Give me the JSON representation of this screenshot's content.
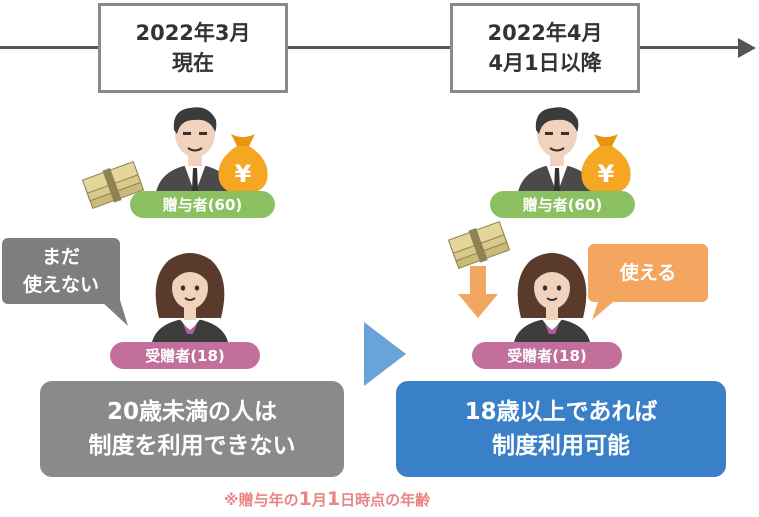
{
  "timeline": {
    "left_date": {
      "line1": "2022年3月",
      "line2": "現在"
    },
    "right_date": {
      "line1": "2022年4月",
      "line2": "4月1日以降"
    }
  },
  "left": {
    "giver_label": "贈与者(60)",
    "receiver_label": "受贈者(18)",
    "bubble": {
      "line1": "まだ",
      "line2": "使えない"
    },
    "result": {
      "line1": "20歳未満の人は",
      "line2": "制度を利用できない"
    }
  },
  "right": {
    "giver_label": "贈与者(60)",
    "receiver_label": "受贈者(18)",
    "bubble": {
      "line1": "使える"
    },
    "result": {
      "line1": "18歳以上であれば",
      "line2": "制度利用可能"
    }
  },
  "note": {
    "prefix": "※贈与年の",
    "num1": "1",
    "mid1": "月",
    "num2": "1",
    "suffix": "日時点の年齢"
  },
  "icons": {
    "money_bag": "yen-money-bag-icon",
    "bills": "money-stack-icon",
    "arrow": "arrow-down-icon",
    "next": "triangle-right-icon"
  },
  "colors": {
    "green": "#8cc162",
    "pink": "#c2709b",
    "gray": "#8a8a8a",
    "blue": "#3a80c8",
    "orange": "#f3a65f",
    "note": "#e88585"
  }
}
